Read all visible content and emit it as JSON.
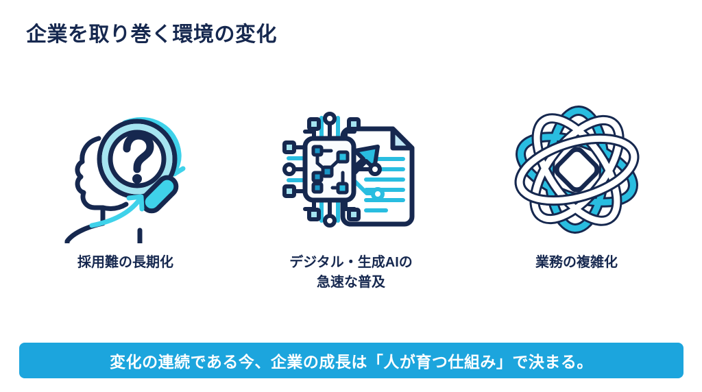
{
  "slide": {
    "title": "企業を取り巻く環境の変化",
    "background_color": "#ffffff",
    "title_color": "#16284f"
  },
  "palette": {
    "navy": "#16284f",
    "cyan": "#29bde0",
    "light_cyan": "#a5e4f0",
    "banner_blue": "#1ca5dd",
    "white": "#ffffff"
  },
  "cards": [
    {
      "icon_name": "person-magnifier-question-icon",
      "label": "採用難の長期化"
    },
    {
      "icon_name": "ai-chip-document-icon",
      "label": "デジタル・生成AIの\n急速な普及"
    },
    {
      "icon_name": "interwoven-knot-icon",
      "label": "業務の複雑化"
    }
  ],
  "banner": {
    "text": "変化の連続である今、企業の成長は「人が育つ仕組み」で決まる。",
    "background_color": "#1ca5dd",
    "text_color": "#ffffff"
  }
}
